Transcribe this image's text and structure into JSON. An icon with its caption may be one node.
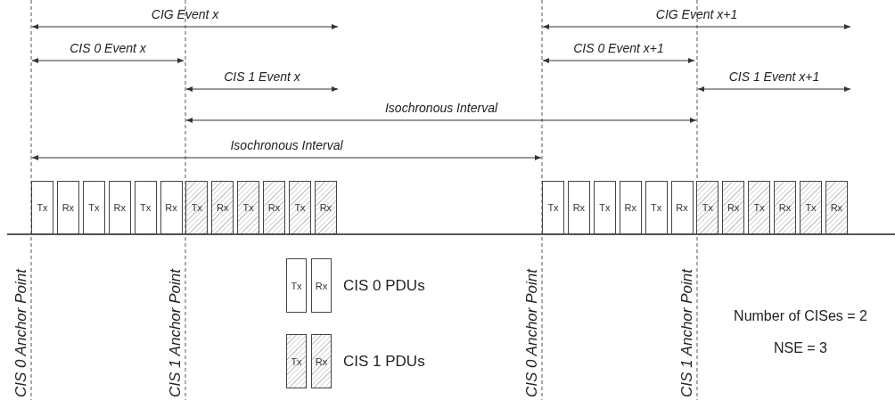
{
  "diagram": {
    "nodes": [
      {
        "text": [
          "Tx"
        ]
      },
      {
        "text": [
          "Rx"
        ]
      },
      {
        "text": [
          "Tx"
        ]
      },
      {
        "text": [
          "Rx"
        ]
      },
      {
        "text": [
          "Tx"
        ]
      },
      {
        "text": [
          "Rx"
        ]
      },
      {
        "text": [
          "Tx"
        ]
      },
      {
        "text": [
          "Rx"
        ]
      },
      {
        "text": [
          "Tx"
        ]
      },
      {
        "text": [
          "Rx"
        ]
      },
      {
        "text": [
          "Tx"
        ]
      },
      {
        "text": [
          "Rx"
        ]
      },
      {
        "text": [
          "Tx"
        ]
      },
      {
        "text": [
          "Rx"
        ]
      },
      {
        "text": [
          "Tx"
        ]
      },
      {
        "text": [
          "Rx"
        ]
      },
      {
        "text": [
          "Tx"
        ]
      },
      {
        "text": [
          "Rx"
        ]
      },
      {
        "text": [
          "Tx"
        ]
      },
      {
        "text": [
          "Rx"
        ]
      },
      {
        "text": [
          "Tx"
        ]
      },
      {
        "text": [
          "Rx"
        ]
      },
      {
        "text": [
          "Tx"
        ]
      },
      {
        "text": [
          "Rx"
        ]
      },
      {
        "text": [
          "Tx"
        ]
      },
      {
        "text": [
          "Rx"
        ]
      },
      {
        "text": [
          "Tx"
        ]
      },
      {
        "text": [
          "Rx"
        ]
      }
    ],
    "labels": [
      "CIG Event x",
      "CIG Event x+1",
      "CIS 0 Event x",
      "CIS 0 Event x+1",
      "CIS 1 Event x",
      "CIS 1 Event x+1",
      "Isochronous Interval",
      "Isochronous Interval",
      "CIS 0 Anchor Point",
      "CIS 1 Anchor Point",
      "CIS 0 Anchor Point",
      "CIS 1 Anchor Point",
      "Number of CISes = 2",
      "NSE = 3"
    ],
    "legend": [
      {
        "text": "CIS 0 PDUs"
      },
      {
        "text": "CIS 1 PDUs"
      }
    ]
  }
}
